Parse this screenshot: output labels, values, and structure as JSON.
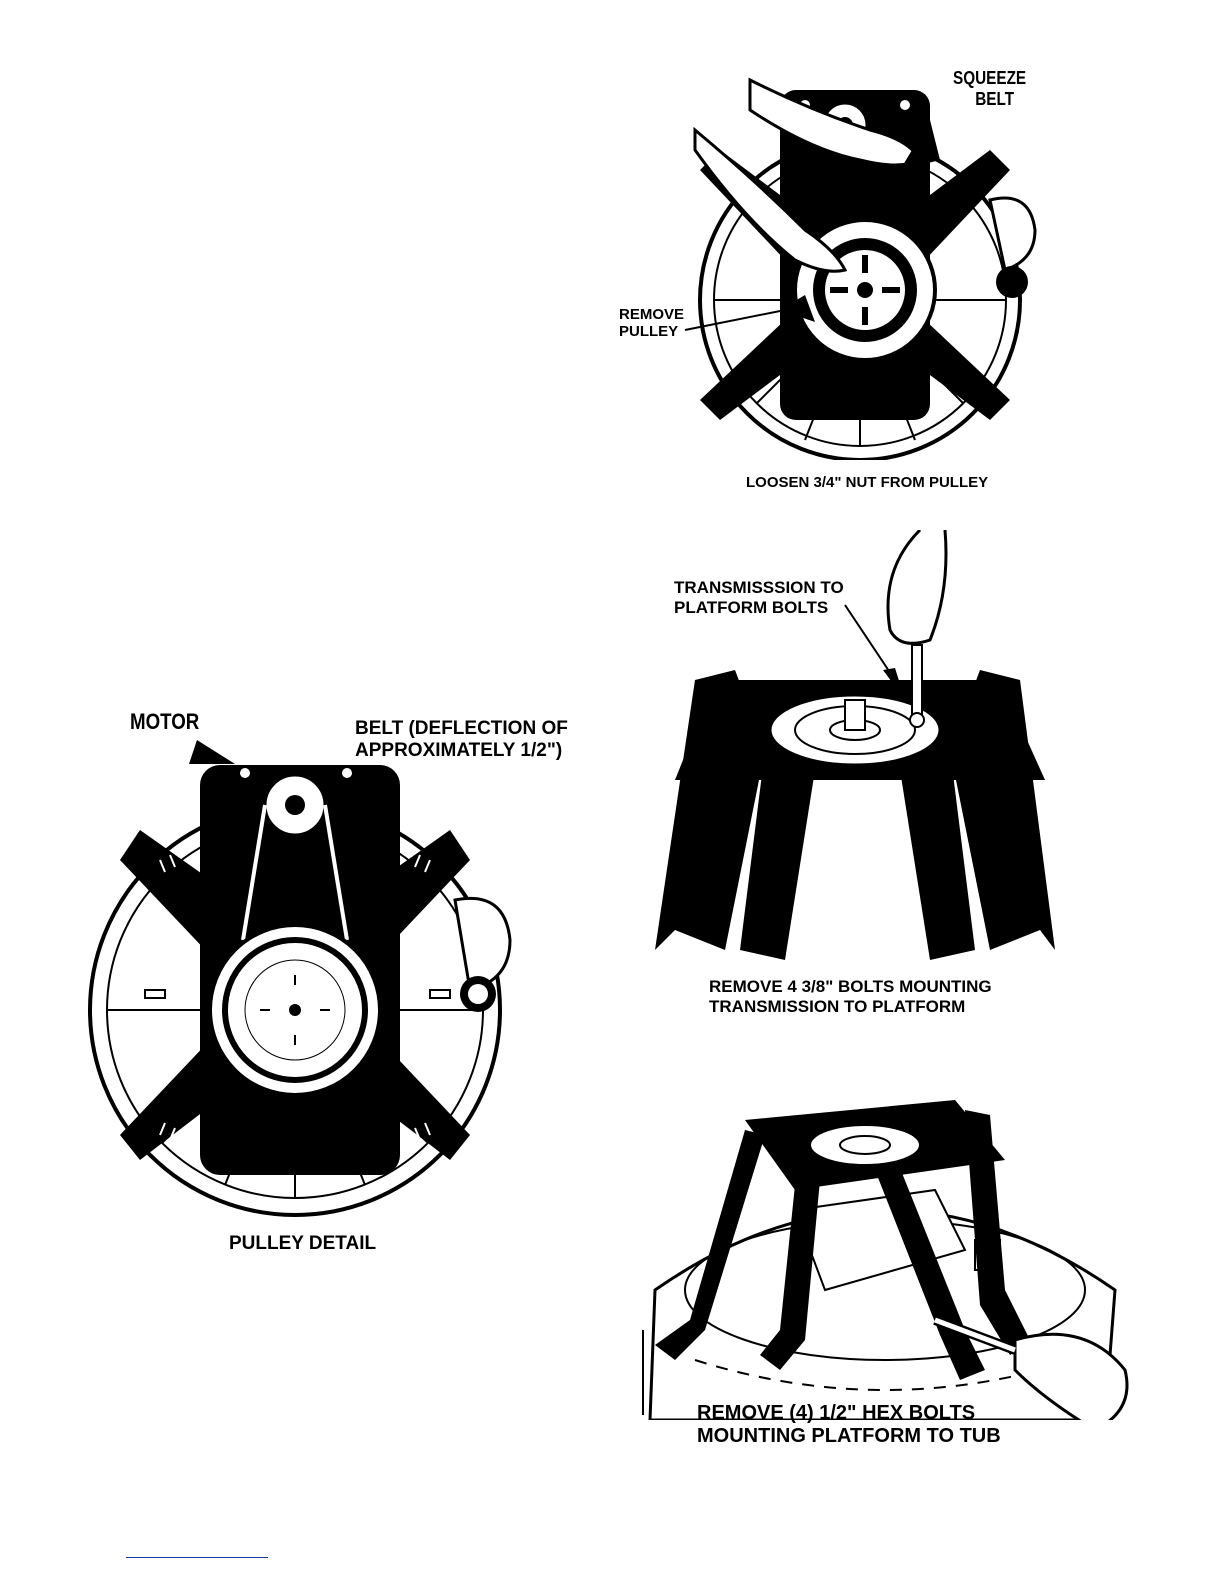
{
  "fig1": {
    "label_squeeze_1": "SQUEEZE",
    "label_squeeze_2": "BELT",
    "label_remove_1": "REMOVE",
    "label_remove_2": "PULLEY",
    "caption": "LOOSEN 3/4\" NUT FROM PULLEY"
  },
  "fig2": {
    "label_motor": "MOTOR",
    "label_belt_1": "BELT (DEFLECTION OF",
    "label_belt_2": "APPROXIMATELY 1/2\")",
    "caption": "PULLEY DETAIL"
  },
  "fig3": {
    "label_bolts_1": "TRANSMISSSION TO",
    "label_bolts_2": "PLATFORM BOLTS",
    "caption_1": "REMOVE 4 3/8\" BOLTS MOUNTING",
    "caption_2": "TRANSMISSION TO PLATFORM"
  },
  "fig4": {
    "caption_1": "REMOVE (4) 1/2\" HEX BOLTS",
    "caption_2": "MOUNTING PLATFORM TO TUB"
  },
  "colors": {
    "ink": "#000000",
    "paper": "#ffffff",
    "link": "#1a3aa8"
  }
}
